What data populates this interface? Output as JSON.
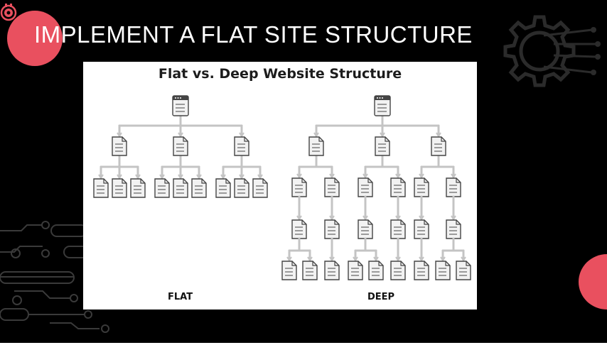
{
  "slide": {
    "title": "IMPLEMENT A FLAT SITE STRUCTURE"
  },
  "colors": {
    "accent": "#e9505f",
    "background": "#000000",
    "panel": "#ffffff",
    "connector": "#c4c4c4",
    "icon_stroke": "#444444",
    "icon_fill": "#f2f2f2"
  },
  "diagram": {
    "title": "Flat vs. Deep Website Structure",
    "flat_label": "FLAT",
    "deep_label": "DEEP",
    "icons": {
      "root": "browser-window-icon",
      "node": "document-page-icon"
    }
  }
}
